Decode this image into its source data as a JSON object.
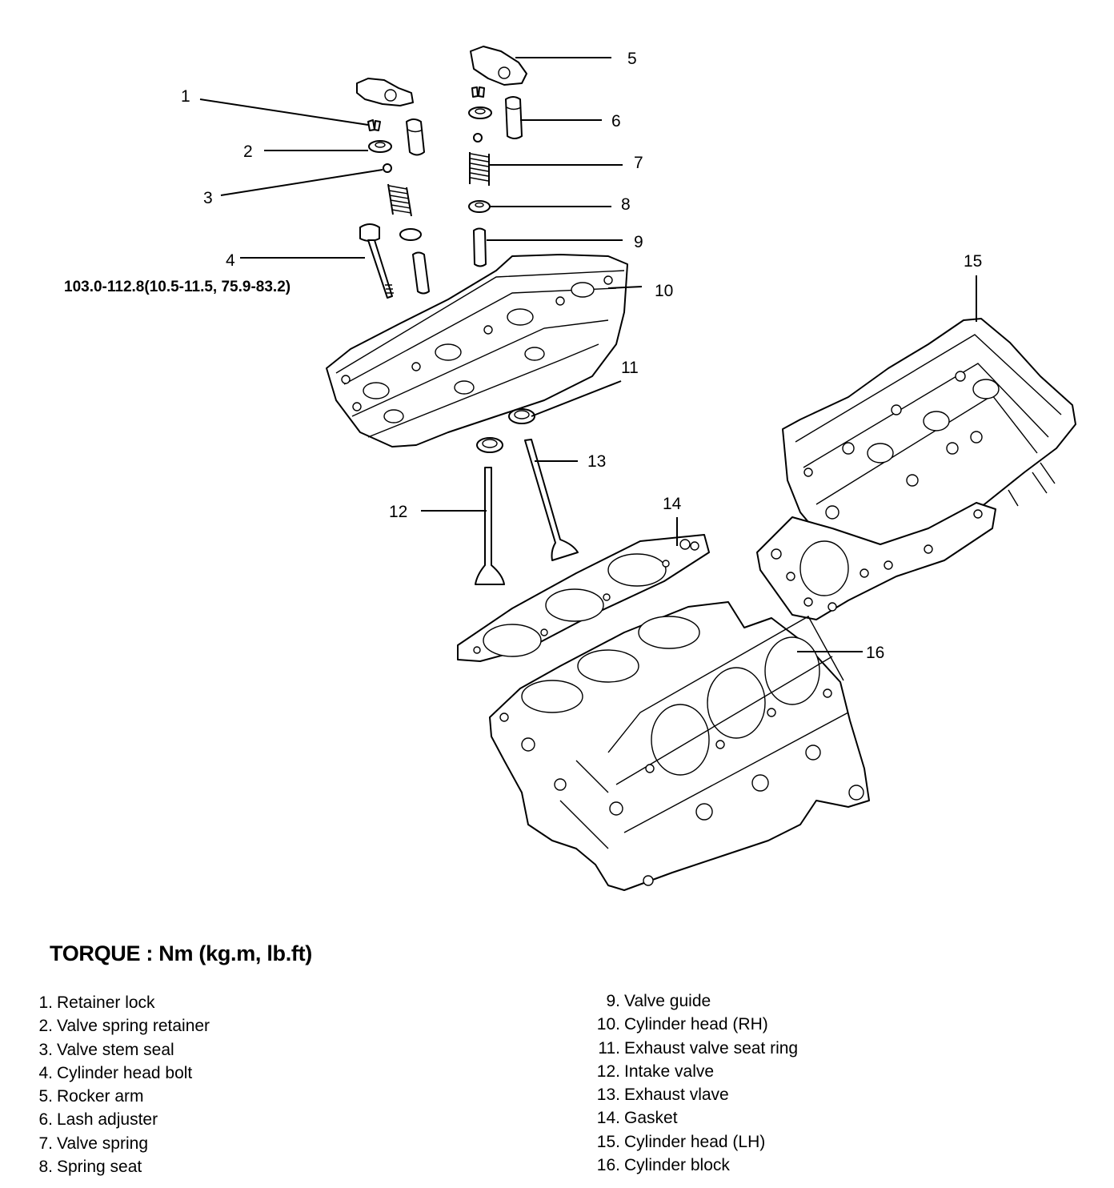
{
  "callouts": [
    "1",
    "2",
    "3",
    "4",
    "5",
    "6",
    "7",
    "8",
    "9",
    "10",
    "11",
    "12",
    "13",
    "14",
    "15",
    "16"
  ],
  "torque_spec": "103.0-112.8(10.5-11.5, 75.9-83.2)",
  "torque_heading": "TORQUE : Nm (kg.m, lb.ft)",
  "legend": [
    {
      "num": "1.",
      "label": "Retainer lock"
    },
    {
      "num": "2.",
      "label": "Valve spring retainer"
    },
    {
      "num": "3.",
      "label": "Valve stem seal"
    },
    {
      "num": "4.",
      "label": "Cylinder head bolt"
    },
    {
      "num": "5.",
      "label": "Rocker arm"
    },
    {
      "num": "6.",
      "label": "Lash adjuster"
    },
    {
      "num": "7.",
      "label": "Valve spring"
    },
    {
      "num": "8.",
      "label": "Spring seat"
    },
    {
      "num": "9.",
      "label": "Valve guide"
    },
    {
      "num": "10.",
      "label": "Cylinder head (RH)"
    },
    {
      "num": "11.",
      "label": "Exhaust valve seat ring"
    },
    {
      "num": "12.",
      "label": "Intake valve"
    },
    {
      "num": "13.",
      "label": "Exhaust vlave"
    },
    {
      "num": "14.",
      "label": "Gasket"
    },
    {
      "num": "15.",
      "label": "Cylinder head (LH)"
    },
    {
      "num": "16.",
      "label": "Cylinder block"
    }
  ]
}
